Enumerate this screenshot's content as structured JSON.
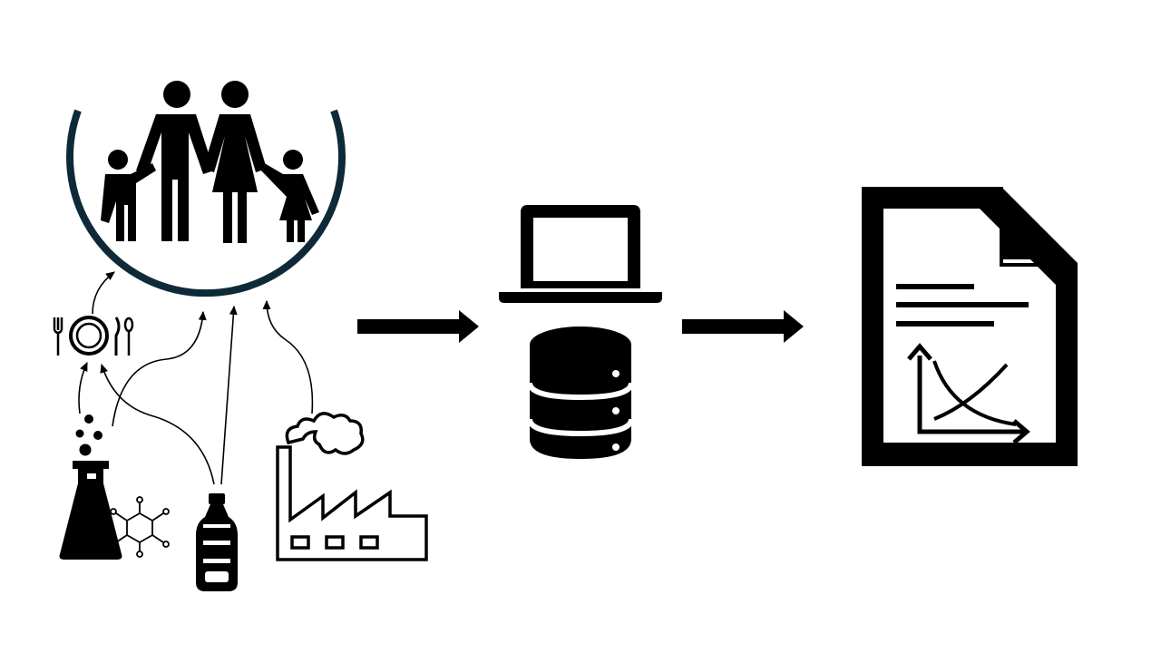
{
  "diagram": {
    "stages": [
      {
        "id": "exposure-sources",
        "icon": "family-circle-icon"
      },
      {
        "id": "data-collection",
        "icon": "laptop-database-icon"
      },
      {
        "id": "report",
        "icon": "report-chart-icon"
      }
    ],
    "sources": [
      "food-plate-icon",
      "chemical-flask-icon",
      "plastic-bottle-icon",
      "factory-icon"
    ],
    "colors": {
      "ink": "#000000",
      "circle": "#0e2a38",
      "background": "#ffffff"
    }
  }
}
